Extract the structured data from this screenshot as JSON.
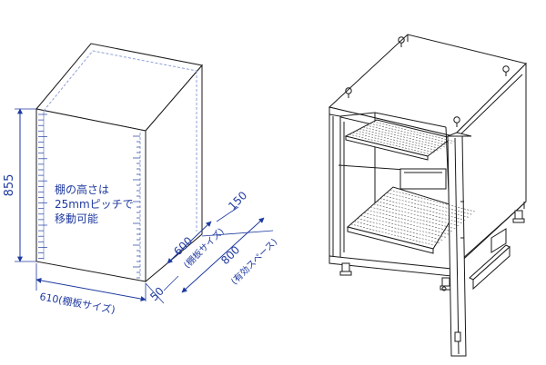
{
  "left_diagram": {
    "height_label": "855",
    "width_label": "610(棚板サイズ)",
    "depth_offset_label": "50",
    "shelf_depth_label": "600",
    "shelf_depth_sub": "(棚板サイズ)",
    "effective_depth_label": "800",
    "effective_depth_sub": "(有効スペース)",
    "top_offset_label": "150",
    "note_lines": [
      "棚の高さは",
      "25mmピッチで",
      "移動可能"
    ]
  },
  "colors": {
    "dimension": "#1f3aa0",
    "outline": "#1a1a1a",
    "guide": "#8fa0d8"
  }
}
